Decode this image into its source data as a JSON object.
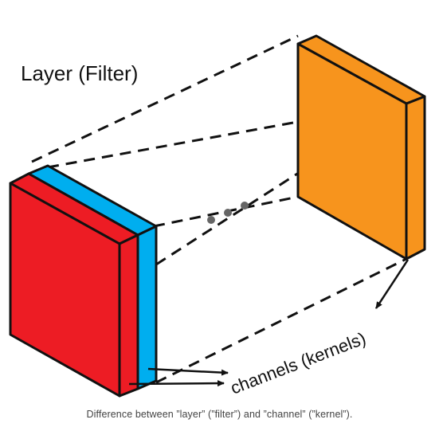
{
  "diagram": {
    "title": "Layer (Filter)",
    "channels_label": "channels (kernels)",
    "caption": "Difference between ”layer” (”filter”) and ”channel” (”kernel”).",
    "colors": {
      "red_channel": "#ed1c24",
      "blue_channel": "#00aeef",
      "orange_channel": "#f7941d",
      "outline": "#111111",
      "ellipsis_dots": "#666666"
    },
    "ellipsis": "three dots between channel stacks"
  }
}
